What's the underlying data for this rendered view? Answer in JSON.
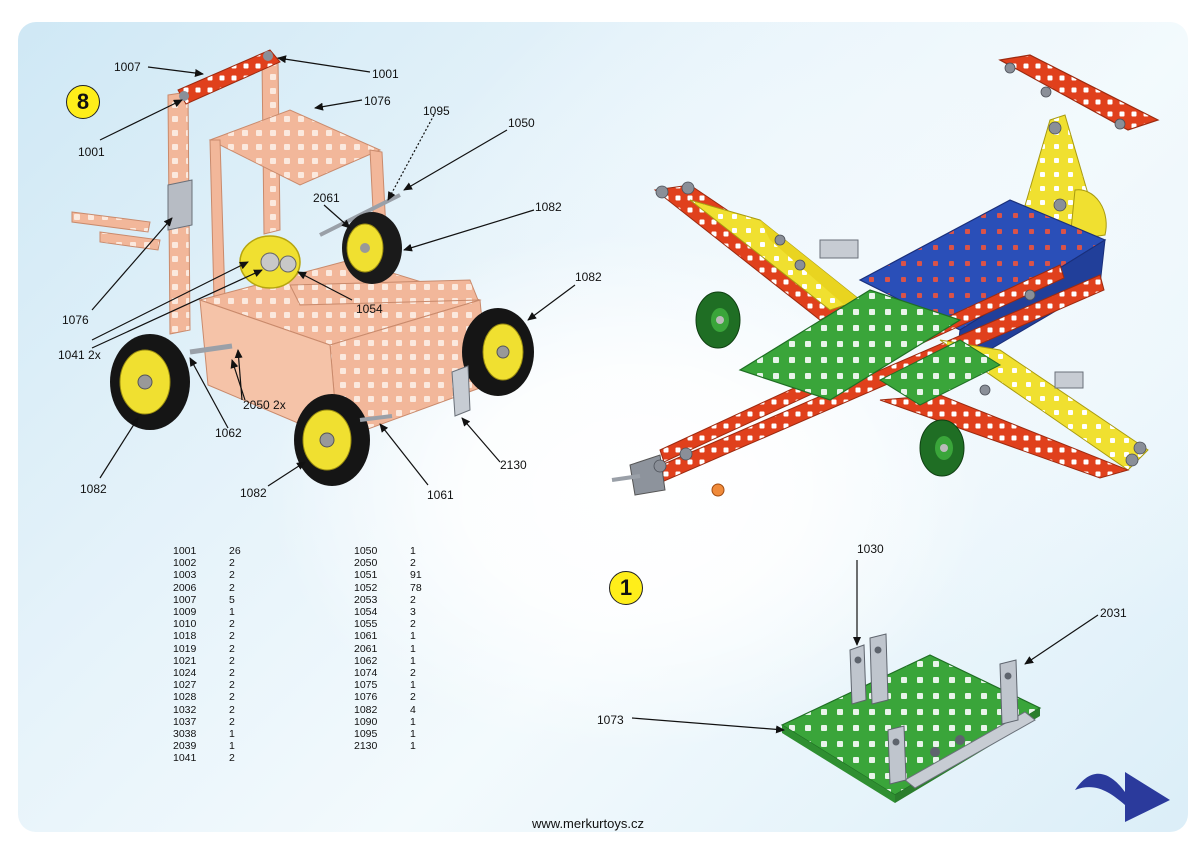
{
  "steps": {
    "step8": {
      "number": "8"
    },
    "step1": {
      "number": "1"
    }
  },
  "forklift_callouts": {
    "c1007": "1007",
    "c1001_top": "1001",
    "c1001_left": "1001",
    "c1076_top": "1076",
    "c1076_left": "1076",
    "c1095": "1095",
    "c1050": "1050",
    "c2061": "2061",
    "c1082_a": "1082",
    "c1082_b": "1082",
    "c1054": "1054",
    "c1041": "1041 2x",
    "c2050": "2050 2x",
    "c1062": "1062",
    "c1082_c": "1082",
    "c1082_d": "1082",
    "c2130": "2130",
    "c1061": "1061"
  },
  "step1_callouts": {
    "c1030": "1030",
    "c2031": "2031",
    "c1073": "1073"
  },
  "parts_list": {
    "col1": [
      {
        "part": "1001",
        "qty": "26"
      },
      {
        "part": "1002",
        "qty": "2"
      },
      {
        "part": "1003",
        "qty": "2"
      },
      {
        "part": "2006",
        "qty": "2"
      },
      {
        "part": "1007",
        "qty": "5"
      },
      {
        "part": "1009",
        "qty": "1"
      },
      {
        "part": "1010",
        "qty": "2"
      },
      {
        "part": "1018",
        "qty": "2"
      },
      {
        "part": "1019",
        "qty": "2"
      },
      {
        "part": "1021",
        "qty": "2"
      },
      {
        "part": "1024",
        "qty": "2"
      },
      {
        "part": "1027",
        "qty": "2"
      },
      {
        "part": "1028",
        "qty": "2"
      },
      {
        "part": "1032",
        "qty": "2"
      },
      {
        "part": "1037",
        "qty": "2"
      },
      {
        "part": "3038",
        "qty": "1"
      },
      {
        "part": "2039",
        "qty": "1"
      },
      {
        "part": "1041",
        "qty": "2"
      }
    ],
    "col2": [
      {
        "part": "1050",
        "qty": "1"
      },
      {
        "part": "2050",
        "qty": "2"
      },
      {
        "part": "1051",
        "qty": "91"
      },
      {
        "part": "1052",
        "qty": "78"
      },
      {
        "part": "2053",
        "qty": "2"
      },
      {
        "part": "1054",
        "qty": "3"
      },
      {
        "part": "1055",
        "qty": "2"
      },
      {
        "part": "1061",
        "qty": "1"
      },
      {
        "part": "2061",
        "qty": "1"
      },
      {
        "part": "1062",
        "qty": "1"
      },
      {
        "part": "1074",
        "qty": "2"
      },
      {
        "part": "1075",
        "qty": "1"
      },
      {
        "part": "1076",
        "qty": "2"
      },
      {
        "part": "1082",
        "qty": "4"
      },
      {
        "part": "1090",
        "qty": "1"
      },
      {
        "part": "1095",
        "qty": "1"
      },
      {
        "part": "2130",
        "qty": "1"
      }
    ]
  },
  "footer": {
    "url": "www.merkurtoys.cz"
  },
  "colors": {
    "badge": "#ffee1a",
    "red_strip": "#e0401c",
    "copper": "#f2b79a",
    "blue_plate": "#2a4fb8",
    "green_plate": "#3aa53a",
    "yellow_part": "#f0e030",
    "arrow_blue": "#2b3a9c"
  }
}
